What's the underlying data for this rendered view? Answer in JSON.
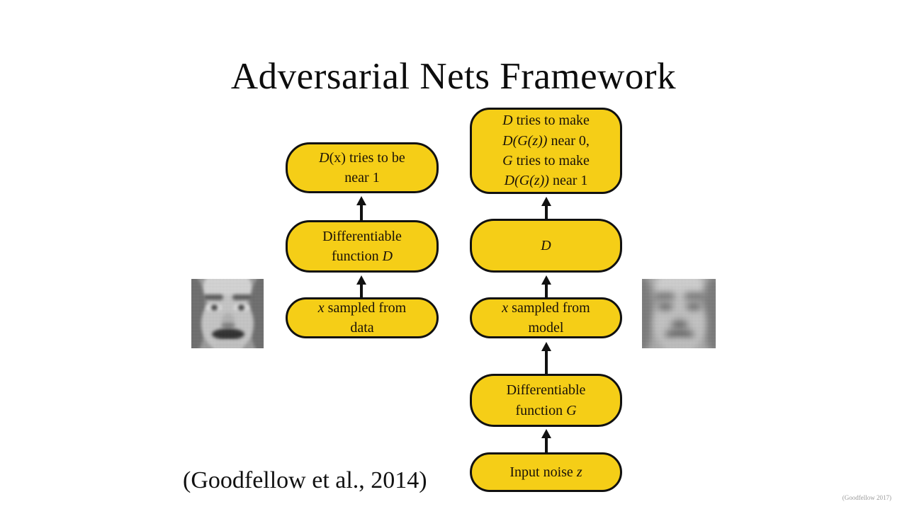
{
  "slide": {
    "title": "Adversarial Nets Framework",
    "background_color": "#ffffff",
    "citation": "(Goodfellow et al., 2014)",
    "corner_credit": "(Goodfellow 2017)"
  },
  "colors": {
    "node_fill": "#f5ce17",
    "node_border": "#111111",
    "text": "#111111"
  },
  "discriminator_branch": {
    "label": "real-data-path",
    "nodes": [
      {
        "name": "d-objective-real",
        "lines": [
          "D(x) tries to be",
          "near 1"
        ]
      },
      {
        "name": "differentiable-function-d",
        "lines": [
          "Differentiable",
          "function D"
        ]
      },
      {
        "name": "x-sampled-from-data",
        "lines": [
          "x sampled from",
          "data"
        ]
      }
    ]
  },
  "generator_branch": {
    "label": "generated-data-path",
    "nodes": [
      {
        "name": "adversarial-objective",
        "lines": [
          "D tries to make",
          "D(G(z)) near 0,",
          "G tries to make",
          "D(G(z)) near 1"
        ]
      },
      {
        "name": "discriminator-d",
        "lines": [
          "D"
        ]
      },
      {
        "name": "x-sampled-from-model",
        "lines": [
          "x sampled from",
          "model"
        ]
      },
      {
        "name": "differentiable-function-g",
        "lines": [
          "Differentiable",
          "function G"
        ]
      },
      {
        "name": "input-noise-z",
        "lines": [
          "Input noise z"
        ]
      }
    ]
  },
  "samples": {
    "real_face": {
      "name": "real-data-face-sample",
      "description": "grayscale photograph of a face"
    },
    "generated_face": {
      "name": "generated-face-sample",
      "description": "blurry grayscale generated face"
    }
  }
}
